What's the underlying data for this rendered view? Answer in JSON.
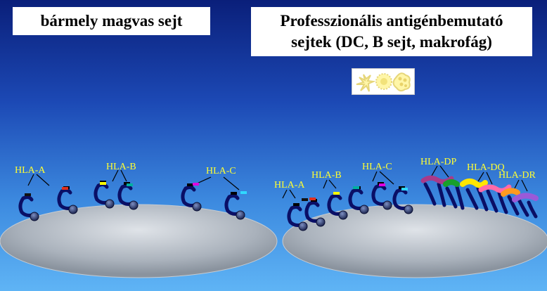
{
  "left_panel": {
    "title": "bármely magvas sejt",
    "labels": {
      "hla_a": "HLA-A",
      "hla_b": "HLA-B",
      "hla_c": "HLA-C"
    }
  },
  "right_panel": {
    "title_line1": "Professzionális antigénbemutató",
    "title_line2": "sejtek (DC, B sejt, makrofág)",
    "labels": {
      "hla_a": "HLA-A",
      "hla_b": "HLA-B",
      "hla_c": "HLA-C",
      "hla_dp": "HLA-DP",
      "hla_dq": "HLA-DQ",
      "hla_dr": "HLA-DR"
    }
  },
  "colors": {
    "label": "#ffff33",
    "molecule": "#0a0f66",
    "b2m": "#23305e",
    "cell": "#a8b0ba"
  }
}
